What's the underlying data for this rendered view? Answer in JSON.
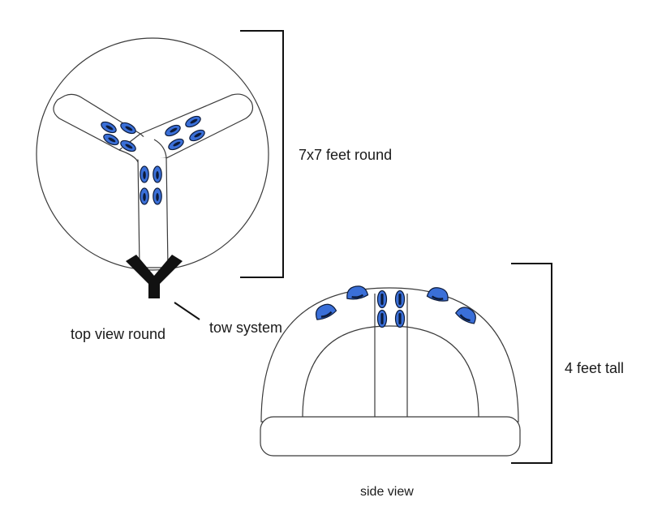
{
  "labels": {
    "top_view": "top view round",
    "tow_system": "tow system",
    "dimension_round": "7x7 feet round",
    "dimension_tall": "4 feet tall",
    "side_view": "side view"
  },
  "colors": {
    "handle_fill": "#3a6fd8",
    "handle_stroke": "#0d1b3a",
    "tow_yoke": "#111111",
    "outline": "#3a3a3a"
  },
  "icons": {
    "handle": "grab-handle-icon",
    "tow": "tow-yoke-icon"
  }
}
